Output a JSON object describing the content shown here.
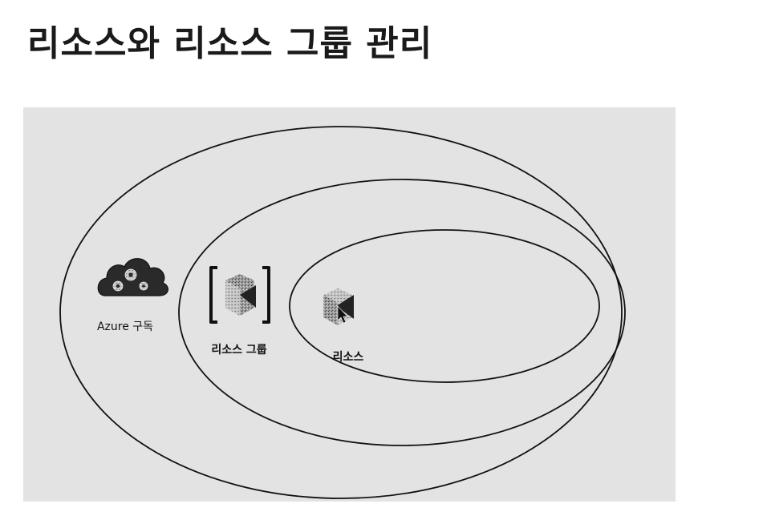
{
  "page": {
    "title": "리소스와 리소스 그룹 관리"
  },
  "diagram": {
    "background_color": "#e3e3e3",
    "line_color": "#111111",
    "levels": [
      {
        "label": "Azure 구독",
        "icon": "cloud-gears-icon"
      },
      {
        "label": "리소스 그룹",
        "icon": "bracketed-cube-icon"
      },
      {
        "label": "리소스",
        "icon": "cube-cursor-icon"
      }
    ]
  }
}
